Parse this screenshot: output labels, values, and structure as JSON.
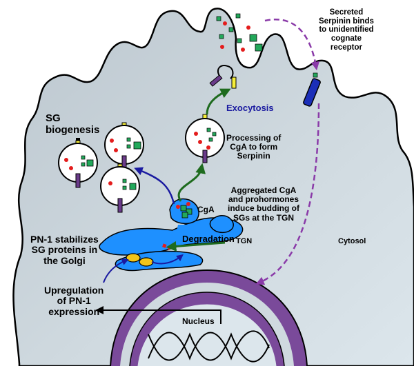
{
  "labels": {
    "secreted": "Secreted\nSerpinin binds\nto unidentified\ncognate\nreceptor",
    "exocytosis": "Exocytosis",
    "sg_biogenesis": "SG\nbiogenesis",
    "processing": "Processing of\nCgA to form\nSerpinin",
    "aggregated": "Aggregated CgA\nand prohormones\ninduce budding of\nSGs at the TGN",
    "cga": "CgA",
    "degradation": "Degradation",
    "tgn": "TGN",
    "pn1_stabilizes": "PN-1 stabilizes\nSG proteins in\nthe Golgi",
    "cytosol": "Cytosol",
    "upregulation": "Upregulation\nof PN-1\nexpression",
    "nucleus": "Nucleus"
  },
  "colors": {
    "cell_fill": "#cfd9df",
    "golgi": "#1e90ff",
    "nucleus_ring": "#6a3b8a",
    "granule_green": "#22a85a",
    "granule_red": "#e41c1c",
    "stem_yellow": "#f5ee3a",
    "stem_purple": "#6a3b8a",
    "receptor": "#1b2fb8",
    "arrow_green": "#1e6b1e",
    "arrow_blue": "#1a1aa0",
    "arrow_dashed": "#8a3aa8",
    "pn1_ellipse": "#f2c41a"
  }
}
